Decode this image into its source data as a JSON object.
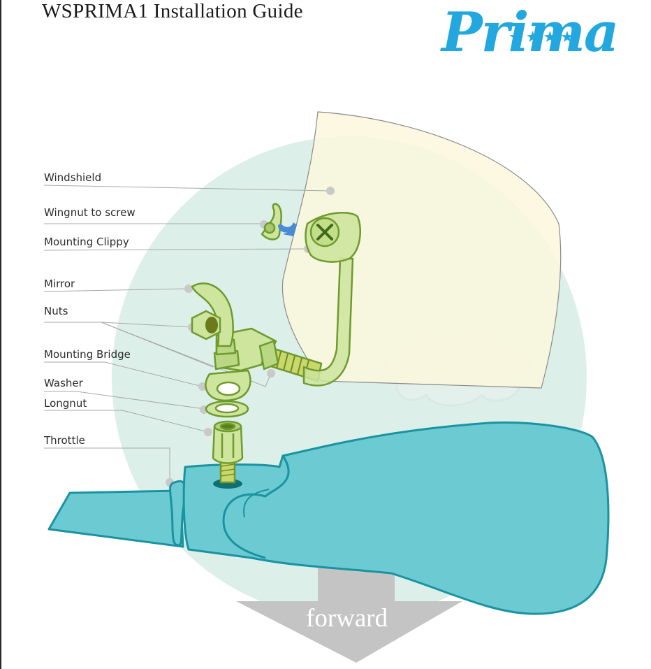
{
  "title": "WSPRIMA1 Installation Guide",
  "brand": {
    "name": "Prima",
    "stars": "★★★★",
    "color": "#22a7de"
  },
  "parts": [
    {
      "id": "windshield",
      "label": "Windshield"
    },
    {
      "id": "wingnut",
      "label": "Wingnut to screw"
    },
    {
      "id": "mounting-clippy",
      "label": "Mounting Clippy"
    },
    {
      "id": "mirror",
      "label": "Mirror"
    },
    {
      "id": "nuts",
      "label": "Nuts"
    },
    {
      "id": "mounting-bridge",
      "label": "Mounting Bridge"
    },
    {
      "id": "washer",
      "label": "Washer"
    },
    {
      "id": "longnut",
      "label": "Longnut"
    },
    {
      "id": "throttle",
      "label": "Throttle"
    }
  ],
  "direction": {
    "label": "forward"
  },
  "colors": {
    "background_circle": "#dcefe8",
    "windshield": "#fbf7dc",
    "hardware": "#cde59d",
    "hardware_outline": "#6f9a2e",
    "throttle": "#6ccad2",
    "throttle_outline": "#1a93a1",
    "arrow": "#c4c4c4",
    "arrow_dark": "#c2c2c2",
    "screw_arrow": "#4a8bd6",
    "leader_line": "#a9a9a9"
  }
}
